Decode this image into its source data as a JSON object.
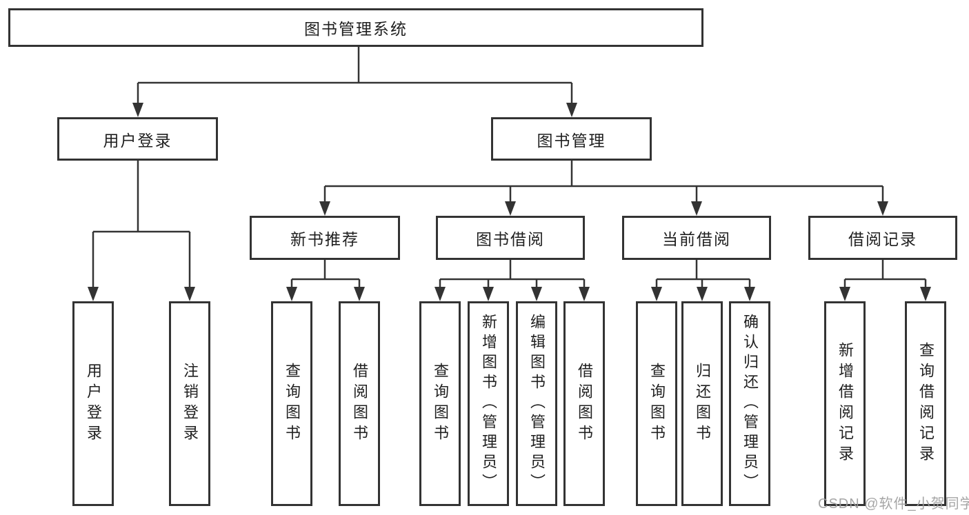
{
  "page": {
    "background": "#ffffff"
  },
  "colors": {
    "line": "#333333",
    "box_border": "#333333",
    "text": "#1f1f1f",
    "watermark_text": "#9e9e9e"
  },
  "tree": {
    "root": "图书管理系统",
    "branches": {
      "user_login": {
        "label": "用户登录",
        "children": [
          "用户登录",
          "注销登录"
        ]
      },
      "book_management": {
        "label": "图书管理",
        "groups": {
          "new_book_recommend": {
            "label": "新书推荐",
            "children": [
              "查询图书",
              "借阅图书"
            ]
          },
          "book_borrow": {
            "label": "图书借阅",
            "children": [
              "查询图书",
              "新增图书（管理员）",
              "编辑图书（管理员）",
              "借阅图书"
            ]
          },
          "current_borrow": {
            "label": "当前借阅",
            "children": [
              "查询图书",
              "归还图书",
              "确认归还（管理员）"
            ]
          },
          "borrow_records": {
            "label": "借阅记录",
            "children": [
              "新增借阅记录",
              "查询借阅记录"
            ]
          }
        }
      }
    }
  },
  "watermark": {
    "text": "CSDN @软件_小贺同学"
  }
}
